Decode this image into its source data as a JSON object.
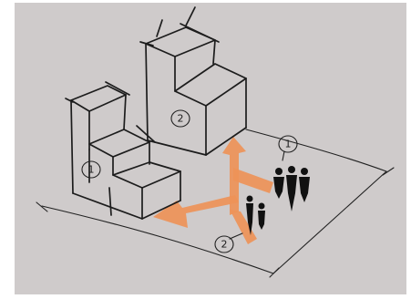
{
  "colors": {
    "paper": "#cfcbcb",
    "frame": "#ffffff",
    "ink": "#1c1c1c",
    "arrow": "#ee9358",
    "people": "#111111"
  },
  "building_labels": {
    "lower_block": "1",
    "tall_block": "2"
  },
  "callout_labels": {
    "upper_group": "1",
    "lower_group": "2"
  }
}
